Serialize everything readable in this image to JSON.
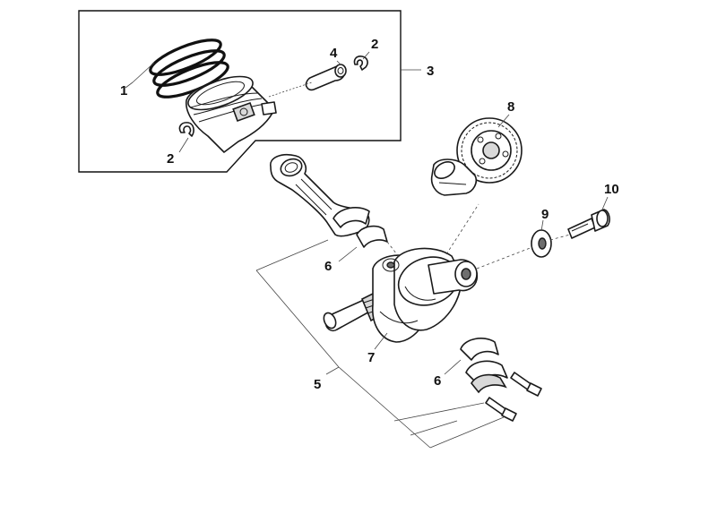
{
  "callouts": {
    "c1": "1",
    "c2a": "2",
    "c2b": "2",
    "c3": "3",
    "c4": "4",
    "c5": "5",
    "c6a": "6",
    "c6b": "6",
    "c7": "7",
    "c8": "8",
    "c9": "9",
    "c10": "10"
  },
  "colors": {
    "line": "#1a1a1a",
    "fill": "#ffffff",
    "shade": "#d9d9d9"
  }
}
